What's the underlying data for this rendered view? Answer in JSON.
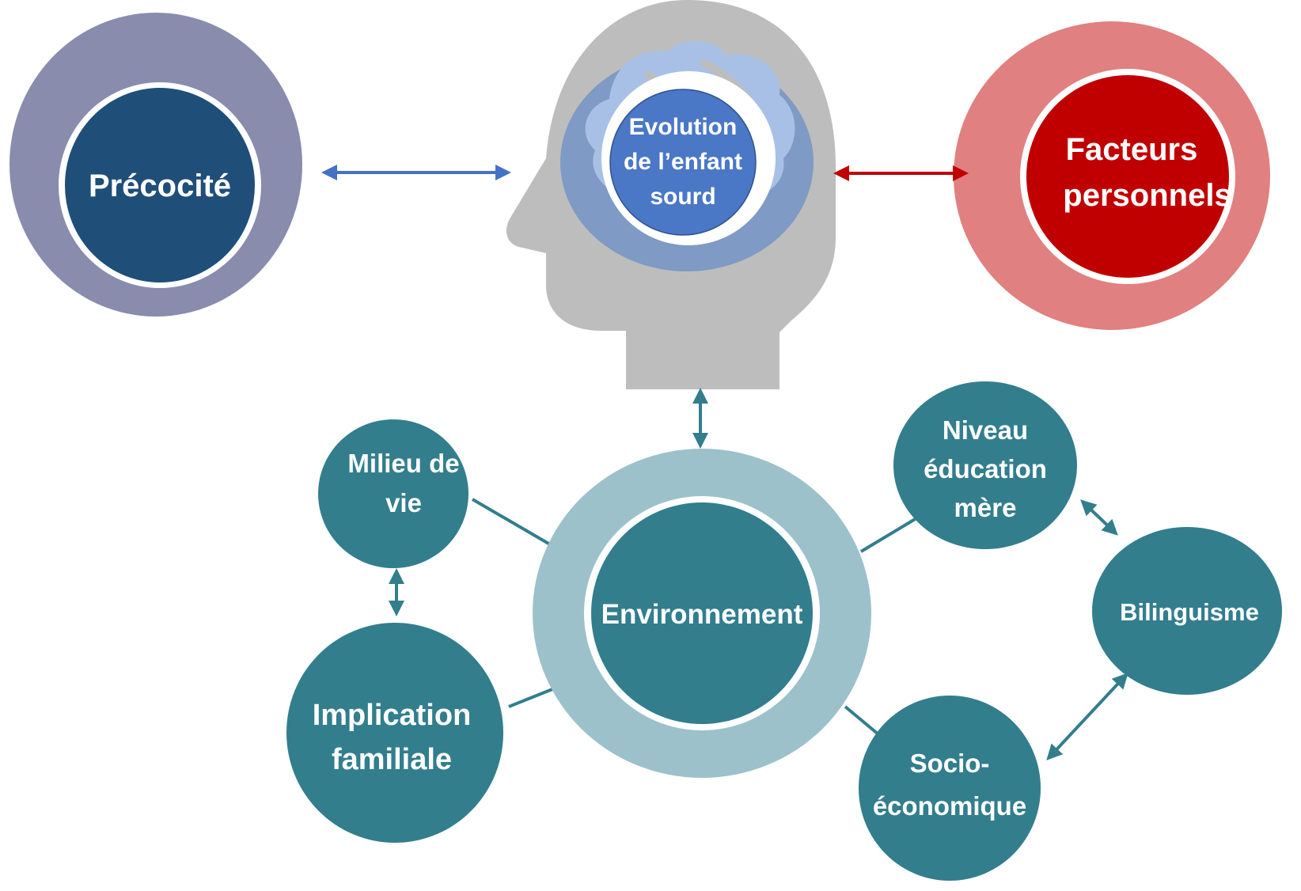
{
  "nodes": {
    "precocite": {
      "label": "Précocité"
    },
    "evolution": {
      "lines": [
        "Evolution",
        "de l’enfant",
        "sourd"
      ]
    },
    "facteurs": {
      "lines": [
        "Facteurs",
        "personnels"
      ]
    },
    "environnement": {
      "label": "Environnement"
    },
    "milieu": {
      "lines": [
        "Milieu de",
        "vie"
      ]
    },
    "implication": {
      "lines": [
        "Implication",
        "familiale"
      ]
    },
    "niveau": {
      "lines": [
        "Niveau",
        "éducation",
        "mère"
      ]
    },
    "bilinguisme": {
      "label": "Bilinguisme"
    },
    "socio": {
      "lines": [
        "Socio-",
        "économique"
      ]
    }
  },
  "icons": {
    "head": "head-silhouette-icon",
    "brain": "brain-icon"
  },
  "colors": {
    "precocite_ring": "#8A8CAD",
    "precocite_core": "#1F4E79",
    "head": "#BDBDBD",
    "head_ring": "#7F9AC4",
    "brain": "#A9C0E6",
    "evolution_core": "#4A77C6",
    "facteurs_ring": "#E08080",
    "facteurs_core": "#C00000",
    "env_ring": "#9DC1CA",
    "teal": "#327E8D",
    "arrow_blue": "#4472C4",
    "arrow_red": "#C00000",
    "arrow_teal": "#327E8D"
  }
}
